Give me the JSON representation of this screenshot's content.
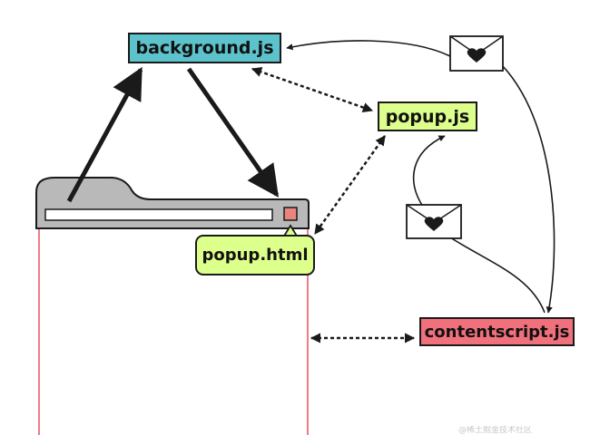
{
  "diagram": {
    "nodes": {
      "background": {
        "label": "background.js",
        "color": "#5cc3cc"
      },
      "popup_js": {
        "label": "popup.js",
        "color": "#ddff8c"
      },
      "popup_html": {
        "label": "popup.html",
        "color": "#ddff8c"
      },
      "contentscript": {
        "label": "contentscript.js",
        "color": "#f0707c"
      }
    },
    "browser": {
      "chrome_color": "#b9b9b9",
      "window_border_color": "#f07c88",
      "address_bar_color": "#ffffff",
      "extension_button_color": "#e8867e"
    },
    "message_icons": [
      {
        "icon": "envelope-heart-icon"
      },
      {
        "icon": "envelope-heart-icon"
      }
    ],
    "connections": [
      {
        "from": "browser-window",
        "to": "background.js",
        "style": "solid-arrow"
      },
      {
        "from": "background.js",
        "to": "browser-extension-button",
        "style": "solid-arrow"
      },
      {
        "from": "background.js",
        "to": "popup.js",
        "style": "dashed-double-arrow"
      },
      {
        "from": "popup.js",
        "to": "popup.html",
        "style": "dashed-double-arrow"
      },
      {
        "from": "browser-window",
        "to": "contentscript.js",
        "style": "dashed-double-arrow"
      },
      {
        "from": "contentscript.js",
        "to": "background.js",
        "style": "message-curve"
      },
      {
        "from": "background.js",
        "to": "contentscript.js",
        "style": "message-curve"
      },
      {
        "from": "contentscript.js",
        "to": "popup.js",
        "style": "message-curve"
      }
    ],
    "watermark": "@稀土掘金技术社区"
  }
}
